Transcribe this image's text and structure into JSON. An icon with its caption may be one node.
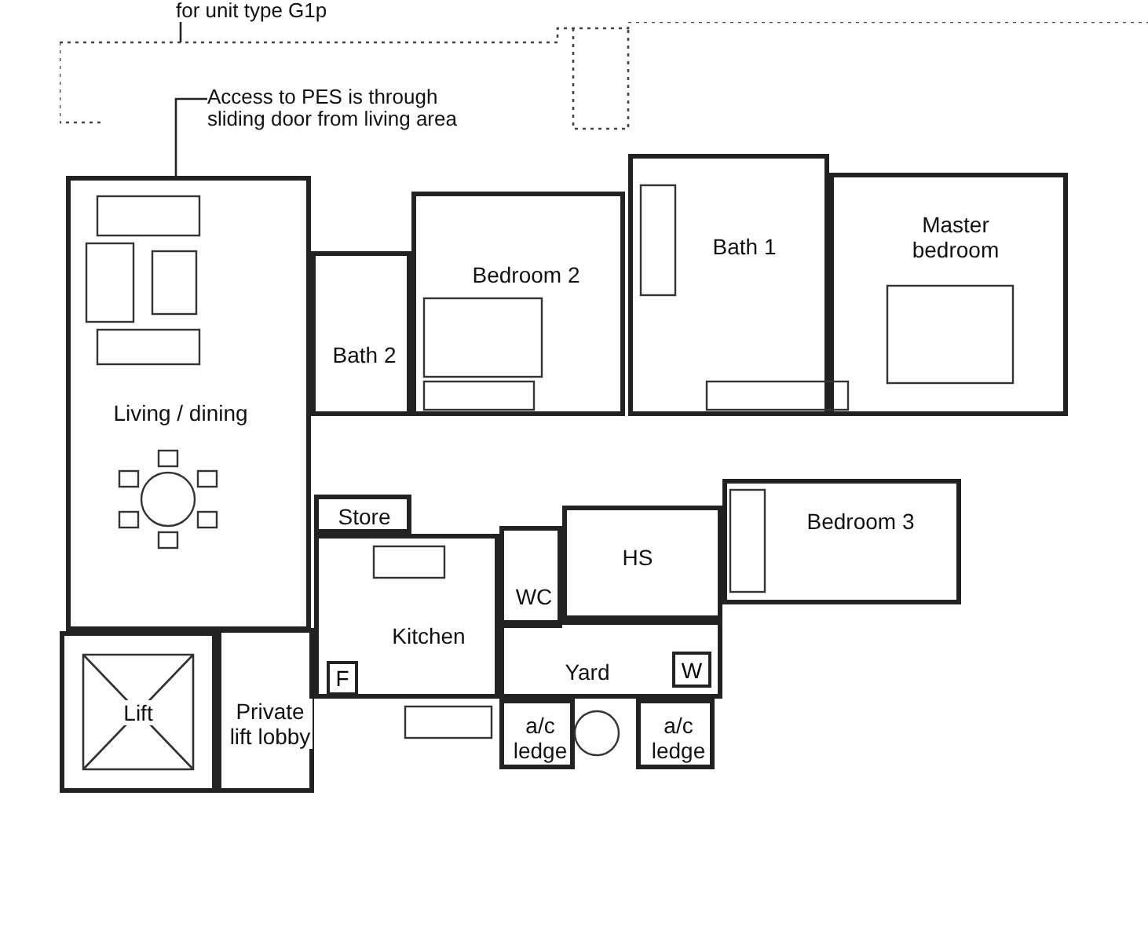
{
  "diagram": {
    "nodes": [
      {
        "text": [
          "for unit type G1p"
        ]
      },
      {
        "text": [],
        "shape": "box"
      },
      {
        "text": [
          "Access to PES is through sliding door from living area"
        ],
        "in": 1
      },
      {
        "text": [
          "Living / dining"
        ]
      },
      {
        "text": [
          "Bath 2"
        ]
      },
      {
        "text": [
          "Bedroom 2"
        ]
      },
      {
        "text": [
          "Bath 1"
        ]
      },
      {
        "text": [
          "Master bedroom"
        ]
      },
      {
        "text": [
          "Store"
        ]
      },
      {
        "text": [
          "HS"
        ]
      },
      {
        "text": [
          "Bedroom 3"
        ]
      },
      {
        "text": [
          "WC"
        ]
      },
      {
        "text": [
          "Kitchen"
        ]
      },
      {
        "text": [
          "F"
        ],
        "in": 12
      },
      {
        "text": [
          "Yard"
        ]
      },
      {
        "text": [
          "W"
        ],
        "in": 14
      },
      {
        "text": [
          "Lift"
        ]
      },
      {
        "text": [
          "Private lift lobby"
        ]
      },
      {
        "text": [
          "a/c ledge"
        ]
      },
      {
        "text": [
          "a/c ledge"
        ]
      }
    ],
    "edges": [
      {
        "from": 0,
        "to": 1,
        "arrow": "none"
      },
      {
        "from": 2,
        "to": 3,
        "arrow": "none"
      }
    ]
  }
}
